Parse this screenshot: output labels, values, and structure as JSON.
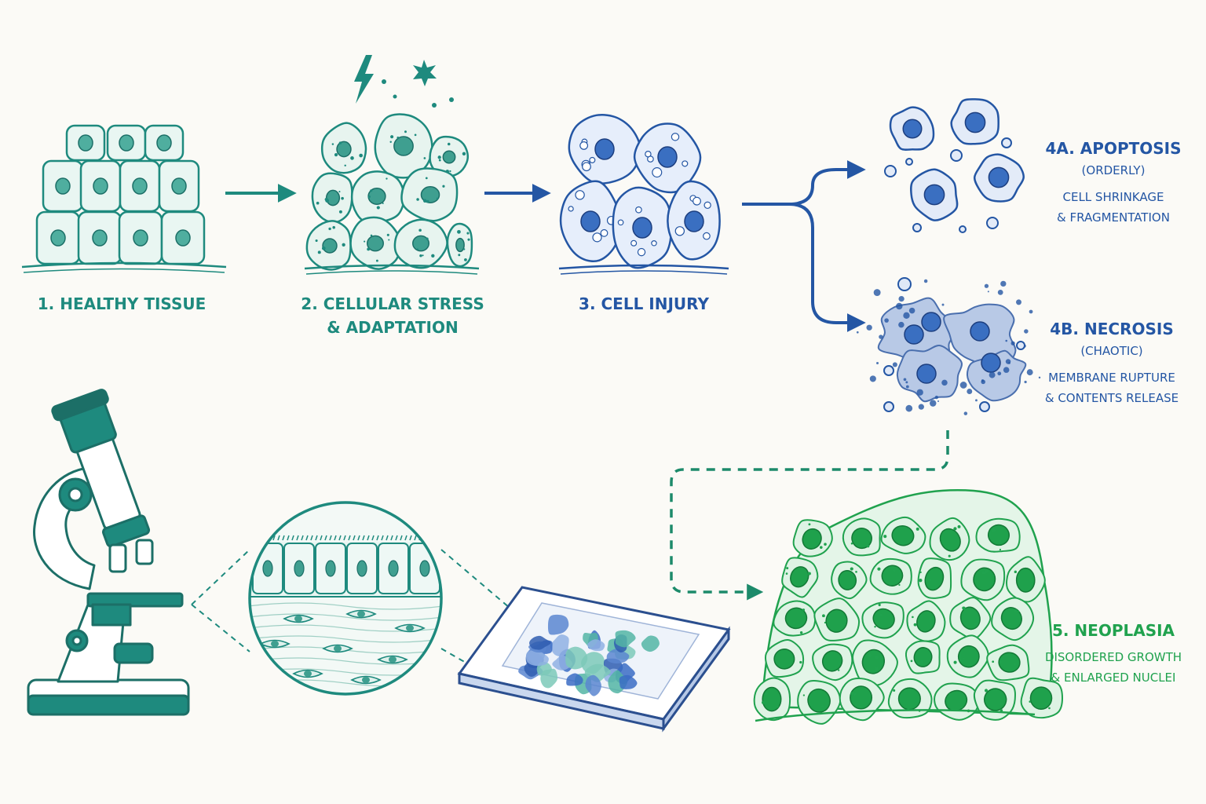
{
  "colors": {
    "teal": "#1e8a7e",
    "teal_dark": "#1c6f67",
    "blue": "#2456a4",
    "green": "#20a24e"
  },
  "stages": {
    "healthy": {
      "line1": "1. HEALTHY TISSUE"
    },
    "stress": {
      "line1": "2. CELLULAR STRESS",
      "line2": "& ADAPTATION"
    },
    "injury": {
      "line1": "3. CELL INJURY"
    },
    "apoptosis": {
      "title": "4A. APOPTOSIS",
      "qualifier": "(ORDERLY)",
      "desc1": "CELL SHRINKAGE",
      "desc2": "& FRAGMENTATION"
    },
    "necrosis": {
      "title": "4B. NECROSIS",
      "qualifier": "(CHAOTIC)",
      "desc1": "MEMBRANE RUPTURE",
      "desc2": "& CONTENTS RELEASE"
    },
    "neoplasia": {
      "title": "5. NEOPLASIA",
      "desc1": "DISORDERED GROWTH",
      "desc2": "& ENLARGED NUCLEI"
    }
  },
  "icons": {
    "stress_bolt": "lightning-bolt-icon",
    "stress_burst": "starburst-icon",
    "microscope": "microscope-icon",
    "slide": "glass-slide-icon",
    "magnifier": "magnified-tissue-icon"
  }
}
